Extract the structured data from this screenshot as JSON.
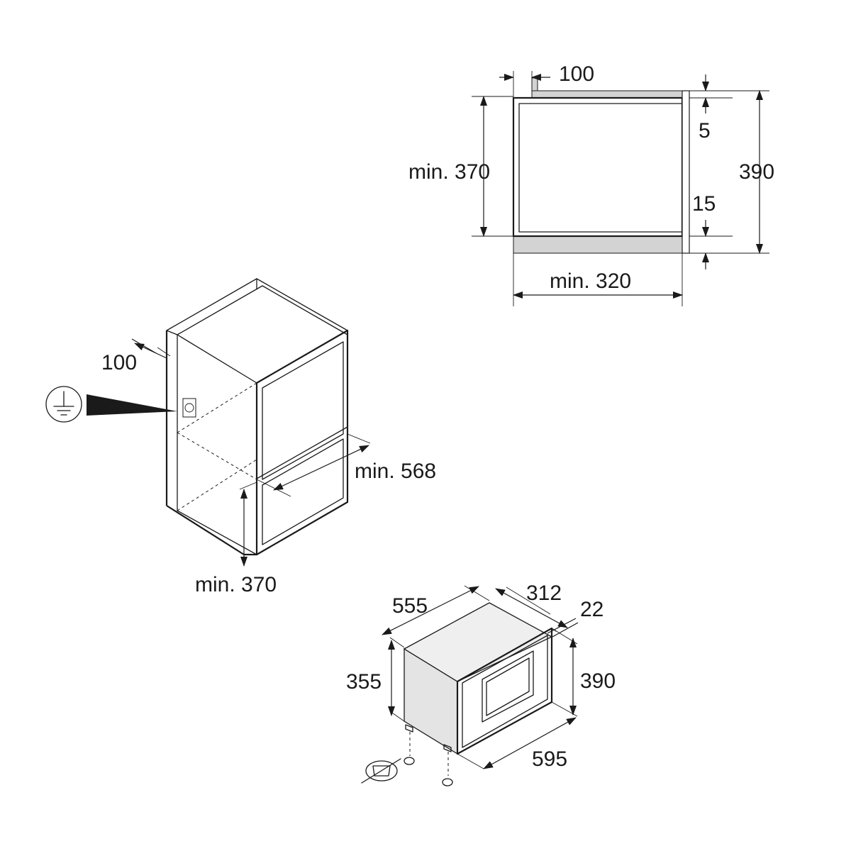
{
  "colors": {
    "line": "#1a1a1a",
    "fill_grey": "#d3d3d3",
    "background": "#ffffff"
  },
  "icons": {
    "ground": "ground-symbol-icon",
    "socket": "power-socket-icon"
  },
  "labels": {
    "sectionTop": "100",
    "sectionTopGap": "5",
    "sectionMinHeight": "min. 370",
    "sectionHeight": "390",
    "sectionBottomGap": "15",
    "sectionMinWidth": "min. 320",
    "cabinetTop": "100",
    "cabinetDepth": "min. 568",
    "cabinetHeight": "min. 370",
    "applianceDepth": "555",
    "applianceTopDepth": "312",
    "applianceFrame": "22",
    "applianceBodyHeight": "355",
    "applianceHeight": "390",
    "applianceWidth": "595"
  }
}
